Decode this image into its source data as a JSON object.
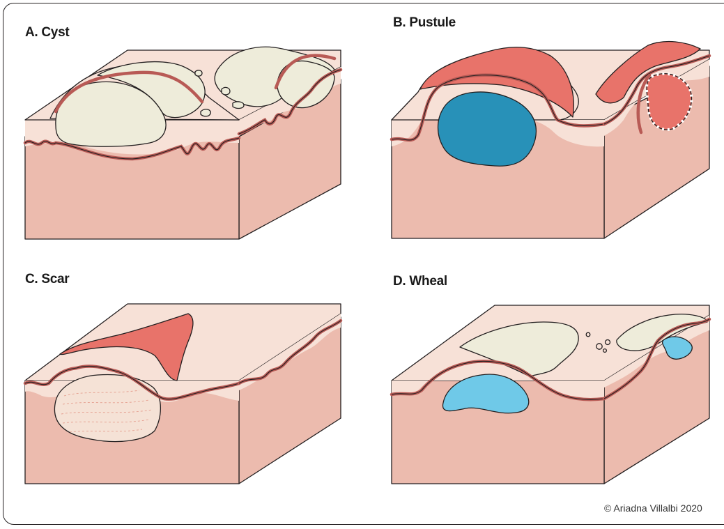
{
  "panels": [
    {
      "id": "a",
      "label": "A. Cyst"
    },
    {
      "id": "b",
      "label": "B. Pustule"
    },
    {
      "id": "c",
      "label": "C. Scar"
    },
    {
      "id": "d",
      "label": "D. Wheal"
    }
  ],
  "credit": "© Ariadna Villalbi 2020",
  "colors": {
    "dermis": "#ecbbae",
    "epidermis": "#f7e1d7",
    "basement_membrane": "#b85a55",
    "cyst_content": "#eeecda",
    "pus_crust": "#e8736a",
    "pus_pocket": "#2891b8",
    "scar_tissue": "#f5e2d6",
    "wheal_fluid": "#6fc9e8"
  }
}
